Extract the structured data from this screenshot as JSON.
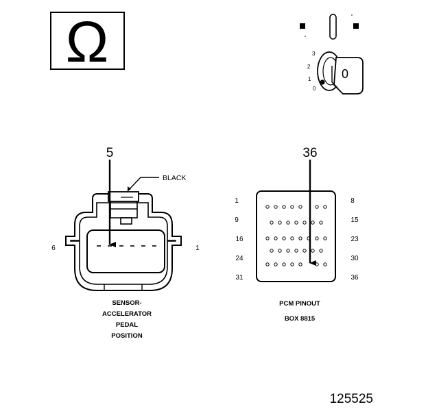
{
  "ohm_symbol": "Ω",
  "ignition": {
    "positions": [
      "3",
      "2",
      "1",
      "0"
    ],
    "key_label": "0"
  },
  "sensor_connector": {
    "pin_callout": "5",
    "wire_color": "BLACK",
    "left_pin": "6",
    "right_pin": "1",
    "caption": [
      "SENSOR-",
      "ACCELERATOR",
      "PEDAL",
      "POSITION"
    ]
  },
  "pcm_connector": {
    "pin_callout": "36",
    "row_labels_left": [
      "1",
      "9",
      "16",
      "24",
      "31"
    ],
    "row_labels_right": [
      "8",
      "15",
      "23",
      "30",
      "36"
    ],
    "caption": [
      "PCM PINOUT",
      "BOX 8815"
    ]
  },
  "figure_number": "125525"
}
